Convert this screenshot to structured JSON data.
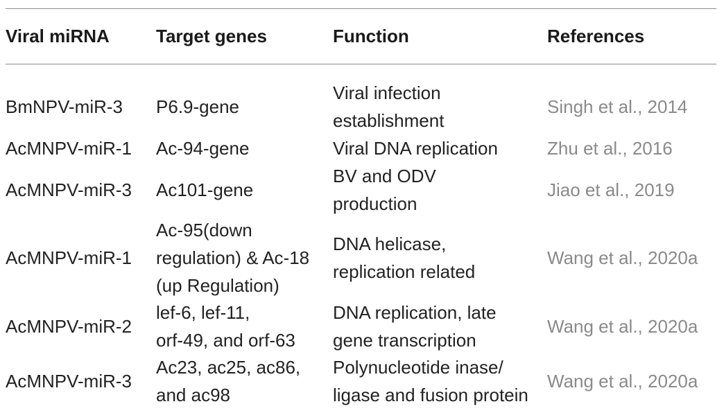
{
  "table": {
    "headers": [
      "Viral miRNA",
      "Target genes",
      "Function",
      "References"
    ],
    "rows": [
      {
        "mirna": "BmNPV-miR-3",
        "target": [
          "P6.9-gene"
        ],
        "function": [
          "Viral infection",
          "establishment"
        ],
        "reference": "Singh et al., 2014"
      },
      {
        "mirna": "AcMNPV-miR-1",
        "target": [
          "Ac-94-gene"
        ],
        "function": [
          "Viral DNA replication"
        ],
        "reference": "Zhu et al., 2016"
      },
      {
        "mirna": "AcMNPV-miR-3",
        "target": [
          "Ac101-gene"
        ],
        "function": [
          "BV and ODV",
          "production"
        ],
        "reference": "Jiao et al., 2019"
      },
      {
        "mirna": "AcMNPV-miR-1",
        "target": [
          "Ac-95(down",
          "regulation) & Ac-18",
          "(up Regulation)"
        ],
        "function": [
          "DNA helicase,",
          "replication related"
        ],
        "reference": "Wang et al., 2020a"
      },
      {
        "mirna": "AcMNPV-miR-2",
        "target": [
          "lef-6, lef-11,",
          "orf-49, and orf-63"
        ],
        "function": [
          "DNA replication, late",
          "gene transcription"
        ],
        "reference": "Wang et al., 2020a"
      },
      {
        "mirna": "AcMNPV-miR-3",
        "target": [
          "Ac23, ac25, ac86,",
          "and ac98"
        ],
        "function": [
          "Polynucleotide inase/",
          "ligase and fusion protein"
        ],
        "reference": "Wang et al., 2020a"
      }
    ]
  }
}
